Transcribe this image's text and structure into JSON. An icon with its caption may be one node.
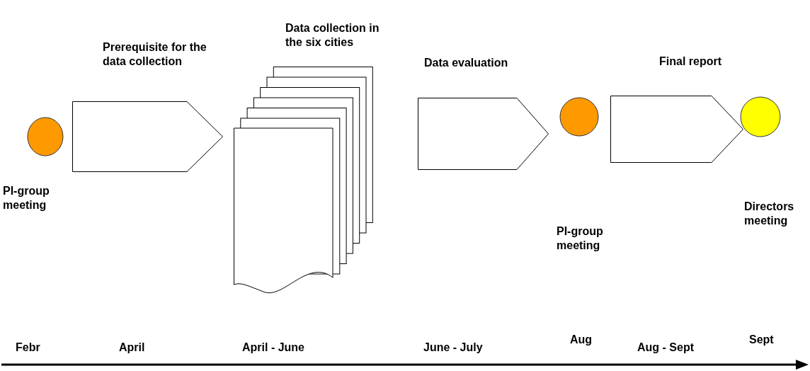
{
  "diagram": {
    "nodes": [
      {
        "text": [
          "PI-group meeting"
        ]
      },
      {
        "text": [
          "Prerequisite for the data collection"
        ]
      },
      {
        "text": [
          "Data collection in the six cities"
        ]
      },
      {
        "text": [
          "Data evaluation"
        ]
      },
      {
        "text": [],
        "shape": "circle"
      },
      {
        "text": [
          "Final report"
        ]
      },
      {
        "text": [],
        "shape": "circle"
      }
    ],
    "labels": [
      "Directors meeting",
      "PI-group meeting",
      "Febr",
      "April",
      "April - June",
      "June - July",
      "Aug",
      "Aug - Sept",
      "Sept"
    ]
  }
}
